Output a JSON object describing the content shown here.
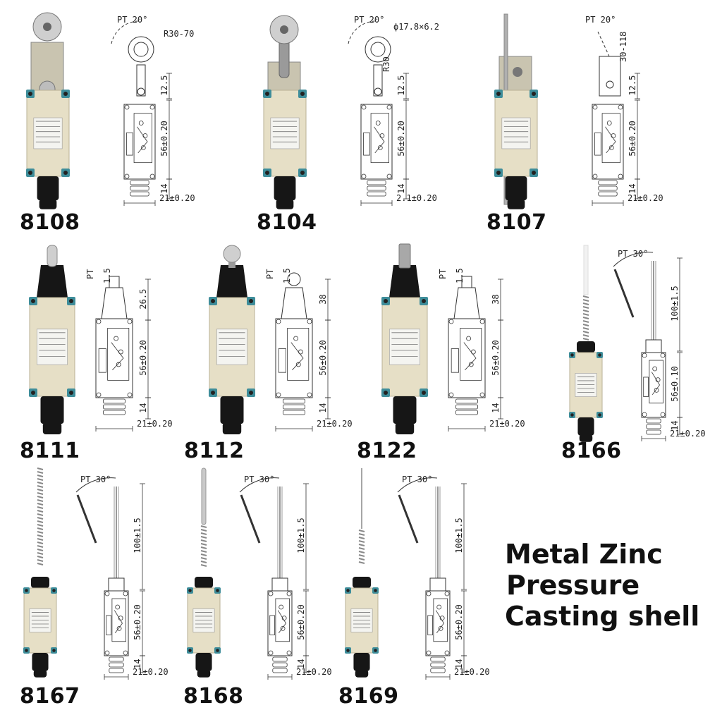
{
  "colors": {
    "body": "#e6dfc6",
    "corner": "#3e8d9a",
    "black": "#161616",
    "line": "#333333",
    "label_bg": "#f4f4f0"
  },
  "tagline": [
    "Metal Zinc",
    "Pressure",
    "Casting shell"
  ],
  "switches": [
    {
      "model": "8108",
      "actuator": "roller-lever-adjustable",
      "dims": {
        "angle": "PT 20°",
        "top": "R30-70",
        "upper": "12.5",
        "mid": "56±0.20",
        "low": "14",
        "width": "21±0.20"
      }
    },
    {
      "model": "8104",
      "actuator": "roller-lever",
      "dims": {
        "angle": "PT 20°",
        "top": "ϕ17.8×6.2",
        "arm": "R30",
        "upper": "12.5",
        "mid": "56±0.20",
        "low": "14",
        "width": "2.1±0.20"
      }
    },
    {
      "model": "8107",
      "actuator": "rod-lever",
      "dims": {
        "angle": "PT 20°",
        "top": "30-118",
        "upper": "12.5",
        "mid": "56±0.20",
        "low": "14",
        "width": "21±0.20"
      }
    },
    {
      "model": "8111",
      "actuator": "plunger",
      "dims": {
        "angle": "PT",
        "top": "1.5",
        "upper": "26.5",
        "mid": "56±0.20",
        "low": "14",
        "width": "21±0.20"
      }
    },
    {
      "model": "8112",
      "actuator": "roller-plunger",
      "dims": {
        "angle": "PT",
        "top": "1.5",
        "upper": "38",
        "mid": "56±0.20",
        "low": "14",
        "width": "21±0.20"
      }
    },
    {
      "model": "8122",
      "actuator": "cross-roller-plunger",
      "dims": {
        "angle": "PT",
        "top": "1.5",
        "upper": "38",
        "mid": "56±0.20",
        "low": "14",
        "width": "21±0.20"
      }
    },
    {
      "model": "8166",
      "actuator": "plastic-rod-spring",
      "dims": {
        "angle": "PT 30°",
        "top": "100±1.5",
        "mid": "56±0.10",
        "low": "14",
        "width": "21±0.20"
      }
    },
    {
      "model": "8167",
      "actuator": "coil-spring",
      "dims": {
        "angle": "PT 30°",
        "top": "100±1.5",
        "mid": "56±0.20",
        "low": "14",
        "width": "21±0.20"
      }
    },
    {
      "model": "8168",
      "actuator": "steel-rod-spring",
      "dims": {
        "angle": "PT 30°",
        "top": "100±1.5",
        "mid": "56±0.20",
        "low": "14",
        "width": "21±0.20"
      }
    },
    {
      "model": "8169",
      "actuator": "wire-spring",
      "dims": {
        "angle": "PT 30°",
        "top": "100±1.5",
        "mid": "56±0.20",
        "low": "14",
        "width": "21±0.20"
      }
    }
  ]
}
